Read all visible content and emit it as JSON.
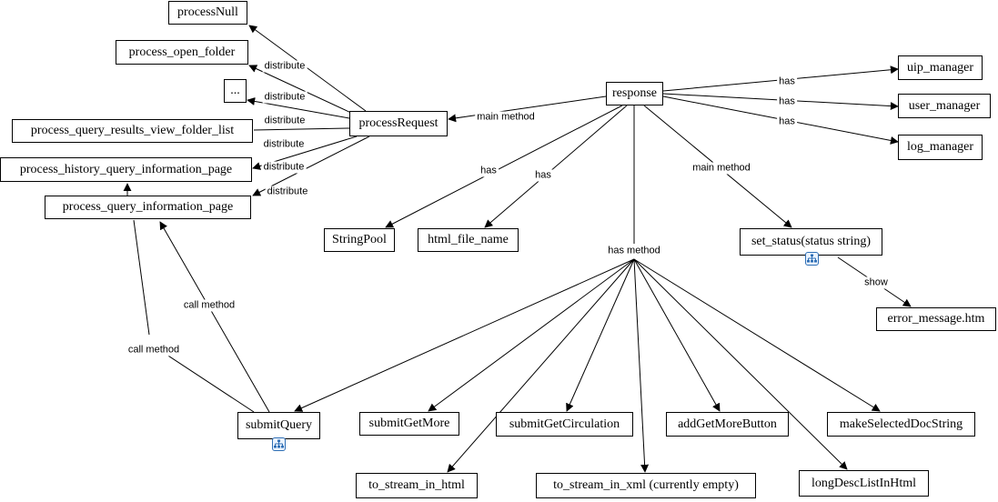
{
  "nodes": {
    "processNull": "processNull",
    "process_open_folder": "process_open_folder",
    "ellipsis": "...",
    "process_query_results_view_folder_list": "process_query_results_view_folder_list",
    "process_history_query_information_page": "process_history_query_information_page",
    "process_query_information_page": "process_query_information_page",
    "processRequest": "processRequest",
    "response": "response",
    "uip_manager": "uip_manager",
    "user_manager": "user_manager",
    "log_manager": "log_manager",
    "StringPool": "StringPool",
    "html_file_name": "html_file_name",
    "set_status": "set_status(status string)",
    "error_message": "error_message.htm",
    "submitQuery": "submitQuery",
    "submitGetMore": "submitGetMore",
    "submitGetCirculation": "submitGetCirculation",
    "addGetMoreButton": "addGetMoreButton",
    "makeSelectedDocString": "makeSelectedDocString",
    "to_stream_in_html": "to_stream_in_html",
    "to_stream_in_xml": "to_stream_in_xml (currently empty)",
    "longDescListInHtml": "longDescListInHtml"
  },
  "edge_labels": {
    "distribute": "distribute",
    "main_method": "main method",
    "has": "has",
    "has_method": "has method",
    "call_method": "call method",
    "show": "show"
  },
  "icons": {
    "set_status": "hierarchy-icon",
    "submitQuery": "hierarchy-icon"
  },
  "colors": {
    "icon_border": "#2f6fb5",
    "icon_fill": "#eaf3ff"
  }
}
